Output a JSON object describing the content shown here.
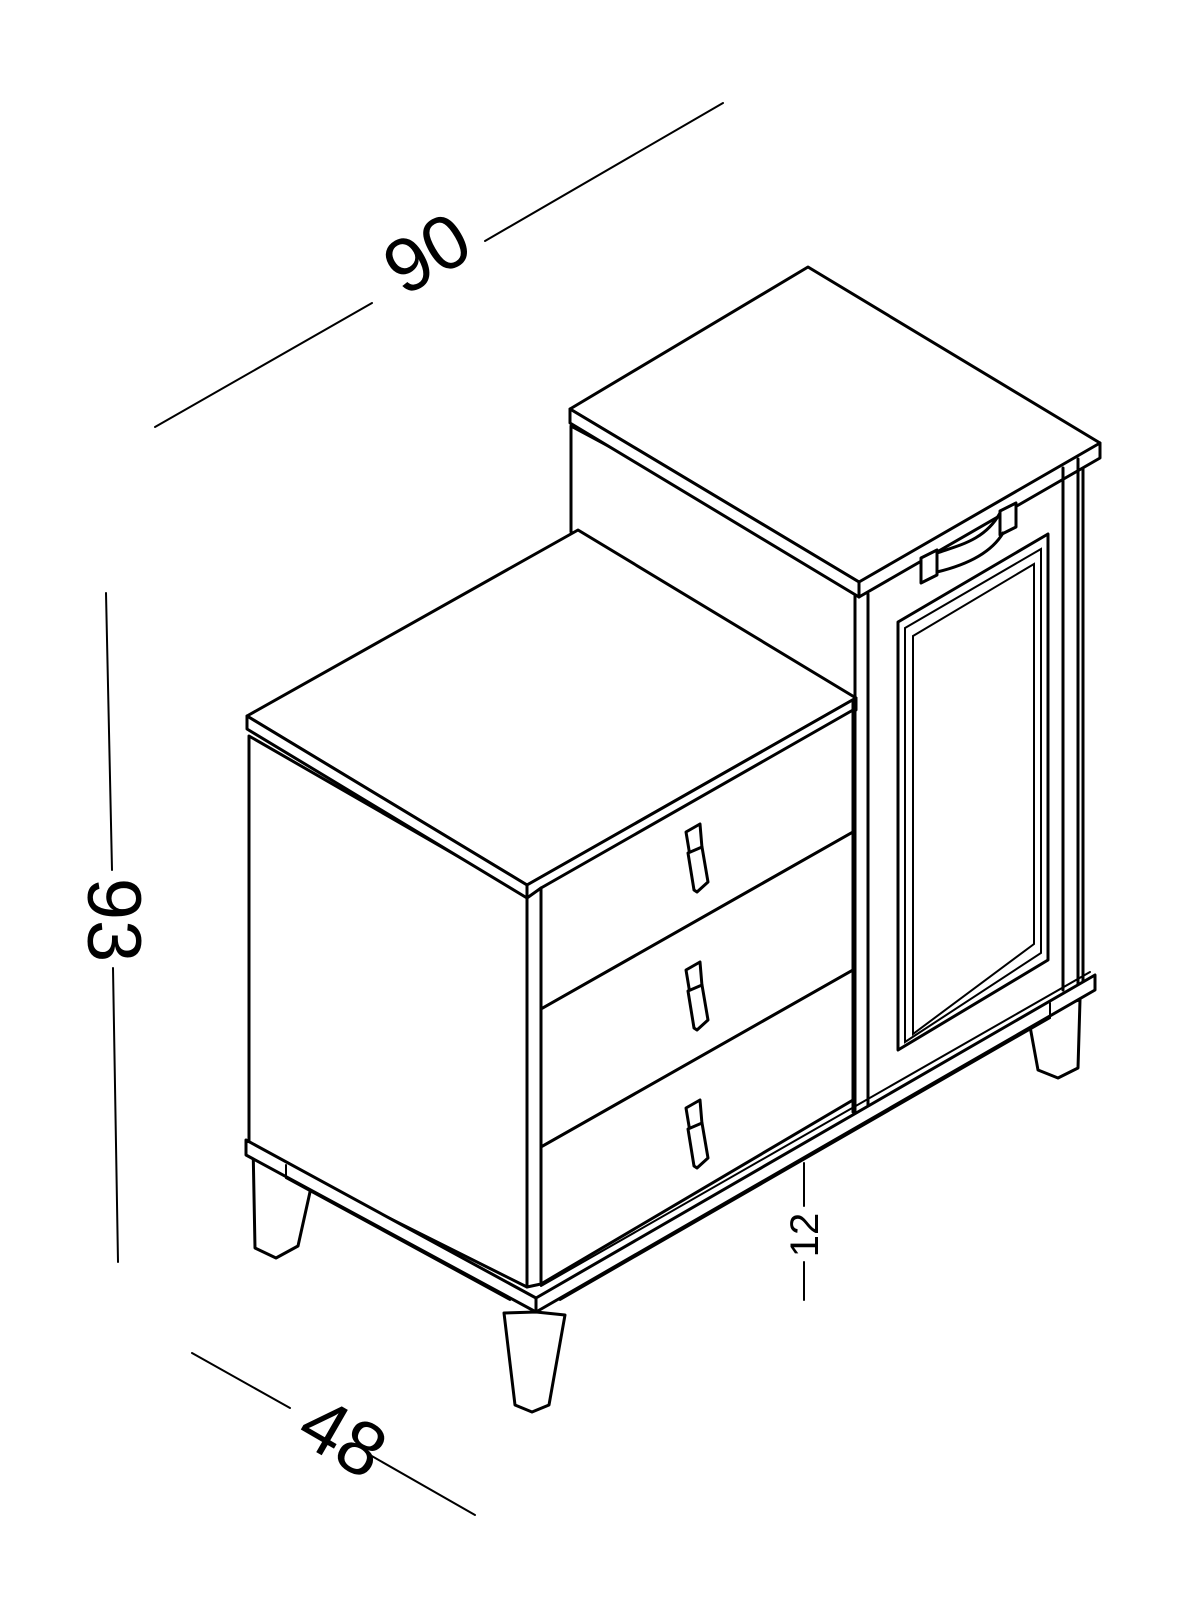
{
  "diagram": {
    "type": "isometric furniture dimension drawing",
    "subject": "cabinet with three drawers and one tall door compartment",
    "line_color": "#000000",
    "background": "#ffffff"
  },
  "dimensions": {
    "width": {
      "label": "90",
      "unit": "cm",
      "axis": "width"
    },
    "height": {
      "label": "93",
      "unit": "cm",
      "axis": "height"
    },
    "depth": {
      "label": "48",
      "unit": "cm",
      "axis": "depth"
    },
    "leg_height": {
      "label": "12",
      "unit": "cm",
      "axis": "leg clearance"
    }
  },
  "components": {
    "drawers": [
      {
        "name": "top drawer",
        "handle": "leather-tab-handle"
      },
      {
        "name": "middle drawer",
        "handle": "leather-tab-handle"
      },
      {
        "name": "bottom drawer",
        "handle": "leather-tab-handle"
      }
    ],
    "door": {
      "name": "tall raised-panel door",
      "handle": "curved-strap-handle"
    },
    "legs": 4
  }
}
